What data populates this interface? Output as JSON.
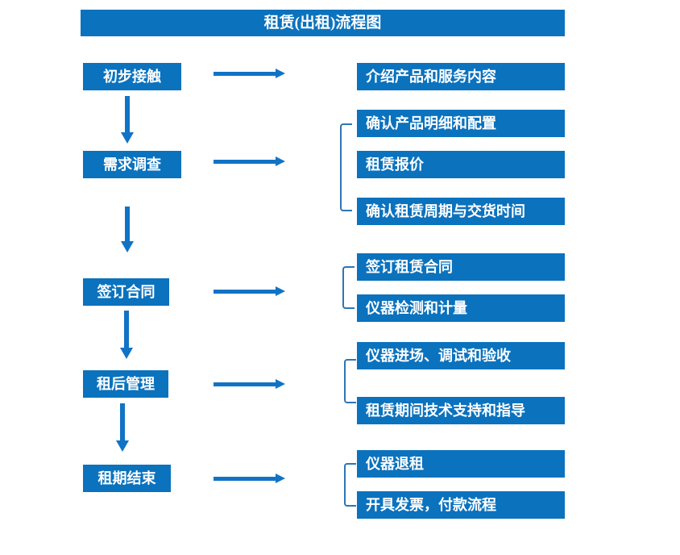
{
  "title": "租赁(出租)流程图",
  "colors": {
    "box_blue": "#0b72be",
    "arrow_blue": "#1173c5",
    "bracket_blue": "#2e75b6",
    "text_white": "#ffffff",
    "background": "#ffffff"
  },
  "steps": [
    {
      "label": "初步接触"
    },
    {
      "label": "需求调查"
    },
    {
      "label": "签订合同"
    },
    {
      "label": "租后管理"
    },
    {
      "label": "租期结束"
    }
  ],
  "detail_groups": [
    {
      "items": [
        "介绍产品和服务内容"
      ]
    },
    {
      "items": [
        "确认产品明细和配置",
        "租赁报价",
        "确认租赁周期与交货时间"
      ]
    },
    {
      "items": [
        "签订租赁合同",
        "仪器检测和计量"
      ]
    },
    {
      "items": [
        "仪器进场、调试和验收",
        "租赁期间技术支持和指导"
      ]
    },
    {
      "items": [
        "仪器退租",
        "开具发票，付款流程"
      ]
    }
  ]
}
